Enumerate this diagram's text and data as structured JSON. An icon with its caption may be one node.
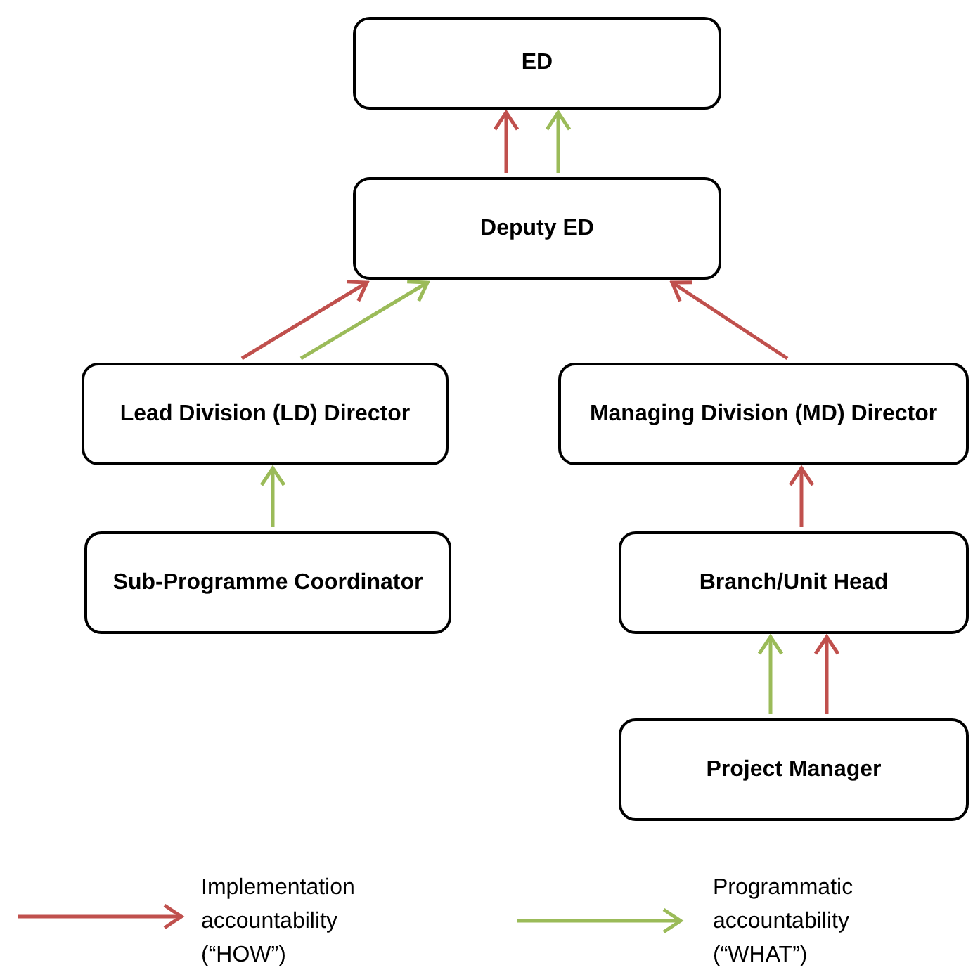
{
  "diagram": {
    "nodes": [
      {
        "text": [
          "ED"
        ]
      },
      {
        "text": [
          "Deputy ED"
        ]
      },
      {
        "text": [
          "Lead Division (LD) Director"
        ]
      },
      {
        "text": [
          "Managing Division (MD) Director"
        ]
      },
      {
        "text": [
          "Sub-Programme Coordinator"
        ]
      },
      {
        "text": [
          "Branch/Unit Head"
        ]
      },
      {
        "text": [
          "Project Manager"
        ]
      }
    ],
    "edges": [
      {
        "from": 1,
        "to": 0,
        "arrow": "to"
      },
      {
        "from": 1,
        "to": 0,
        "arrow": "to",
        "color": "#9bbb59"
      },
      {
        "from": 2,
        "to": 1,
        "arrow": "to"
      },
      {
        "from": 2,
        "to": 1,
        "arrow": "to",
        "color": "#9bbb59"
      },
      {
        "from": 3,
        "to": 1,
        "arrow": "to"
      },
      {
        "from": 4,
        "to": 2,
        "arrow": "to",
        "color": "#9bbb59"
      },
      {
        "from": 5,
        "to": 3,
        "arrow": "to"
      },
      {
        "from": 6,
        "to": 5,
        "arrow": "to",
        "color": "#9bbb59"
      },
      {
        "from": 6,
        "to": 5,
        "arrow": "to"
      }
    ],
    "legend": [
      {
        "text": "Implementation accountability (“HOW”)"
      },
      {
        "text": "Programmatic accountability (“WHAT”)"
      }
    ]
  }
}
